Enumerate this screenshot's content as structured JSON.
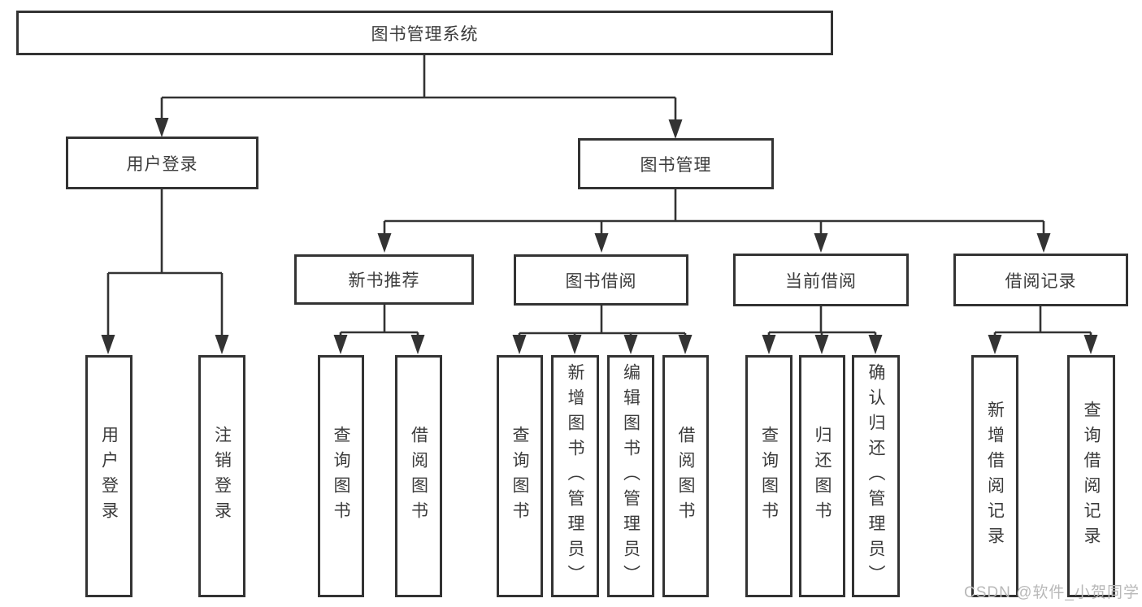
{
  "diagram_title": "图书管理系统",
  "colors": {
    "line": "#333333",
    "box_border": "#333333",
    "text": "#3b3b3b",
    "background": "#ffffff",
    "watermark": "#b8b8b8"
  },
  "nodes": {
    "root": "图书管理系统",
    "user_login": "用户登录",
    "book_mgmt": "图书管理",
    "new_book_rec": "新书推荐",
    "book_borrow": "图书借阅",
    "current_borrow": "当前借阅",
    "borrow_records": "借阅记录",
    "leaf_user_login": "用户登录",
    "leaf_logout": "注销登录",
    "leaf_query_book_1": "查询图书",
    "leaf_borrow_book_1": "借阅图书",
    "leaf_query_book_2": "查询图书",
    "leaf_add_book_admin": "新增图书（管理员）",
    "leaf_edit_book_admin": "编辑图书（管理员）",
    "leaf_borrow_book_2": "借阅图书",
    "leaf_query_book_3": "查询图书",
    "leaf_return_book": "归还图书",
    "leaf_confirm_return_admin": "确认归还（管理员）",
    "leaf_add_borrow_record": "新增借阅记录",
    "leaf_query_borrow_record": "查询借阅记录"
  },
  "structure": {
    "图书管理系统": [
      "用户登录",
      "图书管理"
    ],
    "用户登录": [
      "用户登录",
      "注销登录"
    ],
    "图书管理": [
      "新书推荐",
      "图书借阅",
      "当前借阅",
      "借阅记录"
    ],
    "新书推荐": [
      "查询图书",
      "借阅图书"
    ],
    "图书借阅": [
      "查询图书",
      "新增图书（管理员）",
      "编辑图书（管理员）",
      "借阅图书"
    ],
    "当前借阅": [
      "查询图书",
      "归还图书",
      "确认归还（管理员）"
    ],
    "借阅记录": [
      "新增借阅记录",
      "查询借阅记录"
    ]
  },
  "watermark": "CSDN @软件_小贺同学"
}
